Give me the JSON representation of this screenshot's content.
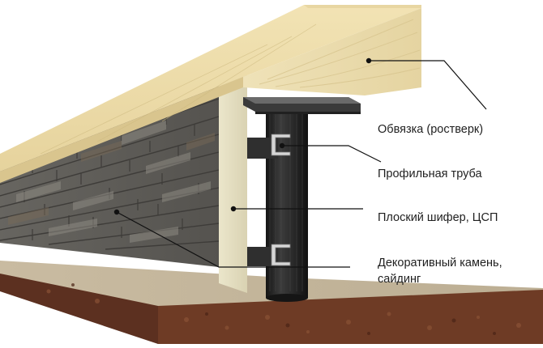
{
  "labels": {
    "binding": "Обвязка (ростверк)",
    "profile_pipe": "Профильная труба",
    "flat_slate": "Плоский шифер, ЦСП",
    "decor_stone_line1": "Декоративный камень,",
    "decor_stone_line2": "сайдинг"
  },
  "colors": {
    "beam": "#e9d9a7",
    "ground": "#c2b49a",
    "soil": "#6b3a24",
    "slate": "#e6e0c3",
    "pipe": "#2b2b2b",
    "stone": "#5f5d58",
    "line": "#111111"
  }
}
